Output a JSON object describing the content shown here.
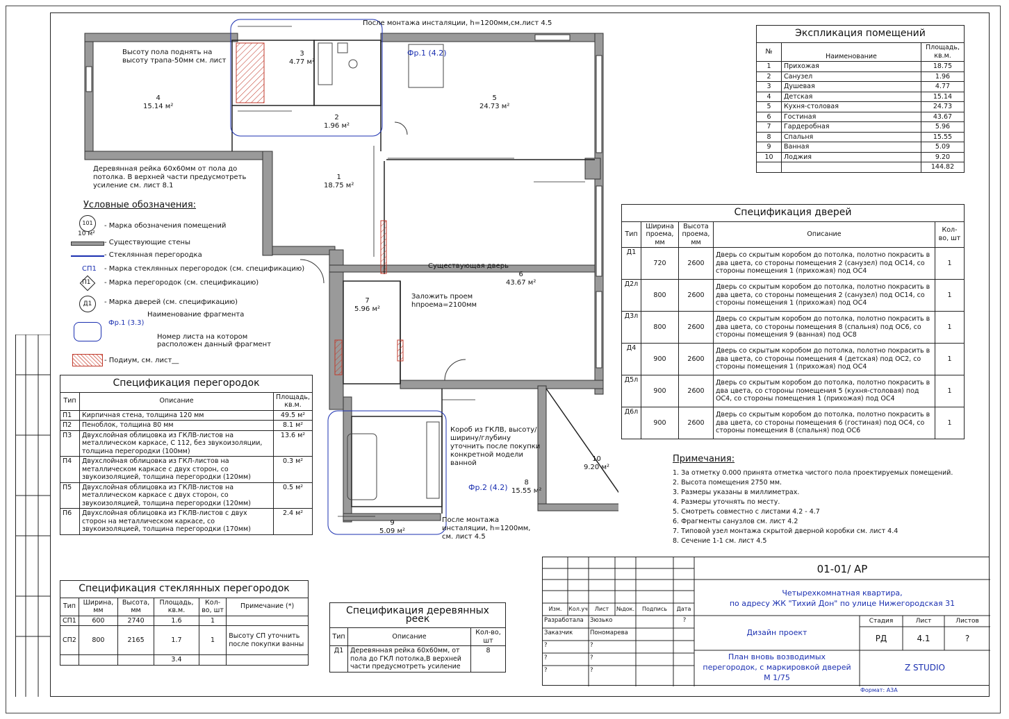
{
  "rooms_table": {
    "title": "Экспликация помещений",
    "headers": [
      "№",
      "Наименование",
      "Площадь, кв.м."
    ],
    "rows": [
      [
        "1",
        "Прихожая",
        "18.75"
      ],
      [
        "2",
        "Санузел",
        "1.96"
      ],
      [
        "3",
        "Душевая",
        "4.77"
      ],
      [
        "4",
        "Детская",
        "15.14"
      ],
      [
        "5",
        "Кухня-столовая",
        "24.73"
      ],
      [
        "6",
        "Гостиная",
        "43.67"
      ],
      [
        "7",
        "Гардеробная",
        "5.96"
      ],
      [
        "8",
        "Спальня",
        "15.55"
      ],
      [
        "9",
        "Ванная",
        "5.09"
      ],
      [
        "10",
        "Лоджия",
        "9.20"
      ]
    ],
    "total": "144.82"
  },
  "doors_table": {
    "title": "Спецификация дверей",
    "headers": [
      "Тип",
      "Ширина проема, мм",
      "Высота проема, мм",
      "Описание",
      "Кол-во, шт"
    ],
    "rows": [
      [
        "Д1",
        "720",
        "2600",
        "Дверь со скрытым коробом до потолка, полотно покрасить в два цвета, со стороны помещения 2 (санузел) под ОС14, со стороны помещения 1 (прихожая) под ОС4",
        "1"
      ],
      [
        "Д2л",
        "800",
        "2600",
        "Дверь со скрытым коробом до потолка, полотно покрасить в два цвета, со стороны помещения 2 (санузел) под ОС14, со стороны помещения 1 (прихожая) под ОС4",
        "1"
      ],
      [
        "Д3л",
        "800",
        "2600",
        "Дверь со скрытым коробом до потолка, полотно покрасить в два цвета, со стороны помещения 8 (спальня) под ОС6, со стороны помещения 9 (ванная) под ОС8",
        "1"
      ],
      [
        "Д4",
        "900",
        "2600",
        "Дверь со скрытым коробом до потолка, полотно покрасить в два цвета, со стороны помещения 4 (детская) под ОС2, со стороны помещения 1 (прихожая) под ОС4",
        "1"
      ],
      [
        "Д5л",
        "900",
        "2600",
        "Дверь со скрытым коробом до потолка, полотно покрасить в два цвета, со стороны помещения 5 (кухня-столовая) под ОС4, со стороны помещения 1 (прихожая) под ОС4",
        "1"
      ],
      [
        "Д6л",
        "900",
        "2600",
        "Дверь со скрытым коробом до потолка, полотно покрасить в два цвета, со стороны помещения 6 (гостиная) под ОС4, со стороны помещения 8 (спальня) под ОС6",
        "1"
      ]
    ]
  },
  "notes": {
    "title": "Примечания:",
    "items": [
      "1.   За отметку 0.000 принята отметка чистого пола проектируемых помещений.",
      "2.   Высота помещения 2750 мм.",
      "3.   Размеры указаны в миллиметрах.",
      "4.   Размеры уточнять по месту.",
      "5.   Смотреть совместно с листами 4.2 - 4.7",
      "6.   Фрагменты санузлов см. лист 4.2",
      "7.   Типовой узел монтажа скрытой дверной коробки см. лист 4.4",
      "8.   Сечение 1-1 см. лист 4.5"
    ]
  },
  "legend": {
    "title": "Условные обозначения:",
    "room_mark_num": "101",
    "room_mark_area": "10 м²",
    "items": [
      "- Марка обозначения помещений",
      "- Существующие стены",
      "- Стеклянная перегородка",
      "- Марка стеклянных перегородок (см. спецификацию)",
      "- Марка перегородок (см. спецификацию)",
      "- Марка дверей (см. спецификацию)",
      "Наименование фрагмента",
      "Номер листа на котором расположен данный фрагмент",
      "- Подиум, см. лист__"
    ],
    "sp1": "СП1",
    "p1": "П1",
    "d1": "Д1",
    "fr": "Фр.1 (3.3)"
  },
  "partitions_table": {
    "title": "Спецификация перегородок",
    "headers": [
      "Тип",
      "Описание",
      "Площадь, кв.м."
    ],
    "rows": [
      [
        "П1",
        "Кирпичная стена, толщина 120 мм",
        "49.5 м²"
      ],
      [
        "П2",
        "Пеноблок, толщина 80 мм",
        "8.1 м²"
      ],
      [
        "П3",
        "Двухслойная облицовка из ГКЛВ-листов на металлическом каркасе, С 112, без звукоизоляции, толщина перегородки (100мм)",
        "13.6 м²"
      ],
      [
        "П4",
        "Двухслойная облицовка из ГКЛ-листов на металлическом каркасе с двух сторон, со звукоизоляцией, толщина перегородки (120мм)",
        "0.3 м²"
      ],
      [
        "П5",
        "Двухслойная облицовка из ГКЛВ-листов на металлическом каркасе с двух сторон, со звукоизоляцией, толщина перегородки (120мм)",
        "0.5 м²"
      ],
      [
        "П6",
        "Двухслойная облицовка из ГКЛВ-листов с двух сторон на металлическом каркасе, со звукоизоляцией, толщина перегородки (170мм)",
        "2.4 м²"
      ]
    ]
  },
  "glass_table": {
    "title": "Спецификация стеклянных перегородок",
    "headers": [
      "Тип",
      "Ширина, мм",
      "Высота, мм",
      "Площадь, кв.м.",
      "Кол-во, шт",
      "Примечание (*)"
    ],
    "rows": [
      [
        "СП1",
        "600",
        "2740",
        "1.6",
        "1",
        ""
      ],
      [
        "СП2",
        "800",
        "2165",
        "1.7",
        "1",
        "Высоту СП уточнить после покупки ванны"
      ]
    ],
    "total": "3.4"
  },
  "wood_table": {
    "title": "Спецификация деревянных реек",
    "headers": [
      "Тип",
      "Описание",
      "Кол-во, шт"
    ],
    "rows": [
      [
        "Д1",
        "Деревянная рейка 60х60мм, от пола до ГКЛ потолка,В верхней части предусмотреть усиление",
        "8"
      ]
    ]
  },
  "stamp": {
    "code": "01-01/ АР",
    "project": "Четырехкомнатная квартира,\nпо адресу ЖК \"Тихий Дон\" по улице Нижегородская 31",
    "col_headers": [
      "Изм.",
      "Кол.уч",
      "Лист",
      "№док.",
      "Подпись",
      "Дата"
    ],
    "roles": [
      [
        "Разработала",
        "Зюзько",
        "?"
      ],
      [
        "Заказчик",
        "Пономарева",
        ""
      ],
      [
        "?",
        "?",
        ""
      ],
      [
        "?",
        "?",
        ""
      ],
      [
        "?",
        "?",
        ""
      ]
    ],
    "stage_title": "Дизайн проект",
    "stage_headers": [
      "Стадия",
      "Лист",
      "Листов"
    ],
    "stage_values": [
      "РД",
      "4.1",
      "?"
    ],
    "sheet_title": "План вновь возводимых перегородок, с маркировкой дверей М 1/75",
    "company": "Z STUDIO",
    "format": "Формат: А3А"
  },
  "plan_labels": {
    "top_note": "После монтажа инсталяции, h=1200мм,см.лист 4.5",
    "floor_note": "Высоту пола поднять на высоту трапа-50мм см. лист",
    "wood_note": "Деревянная рейка 60х60мм от пола до потолка. В верхней части предусмотреть усиление см. лист 8.1",
    "exist_door": "Существующая дверь",
    "close_opening": "Заложить проем hпроема=2100мм",
    "box_note": "Короб из ГКЛВ, высоту/ширину/глубину уточнить после покупки конкретной модели ванной",
    "bottom_note": "После монтажа инсталяции, h=1200мм, см. лист 4.5",
    "fr1": "Фр.1 (4.2)",
    "fr2": "Фр.2 (4.2)",
    "rooms": [
      {
        "n": "1",
        "a": "18.75 м²"
      },
      {
        "n": "2",
        "a": "1.96 м²"
      },
      {
        "n": "3",
        "a": "4.77 м²"
      },
      {
        "n": "4",
        "a": "15.14 м²"
      },
      {
        "n": "5",
        "a": "24.73 м²"
      },
      {
        "n": "6",
        "a": "43.67 м²"
      },
      {
        "n": "7",
        "a": "5.96 м²"
      },
      {
        "n": "8",
        "a": "15.55 м²"
      },
      {
        "n": "9",
        "a": "5.09 м²"
      },
      {
        "n": "10",
        "a": "9.20 м²"
      }
    ]
  }
}
